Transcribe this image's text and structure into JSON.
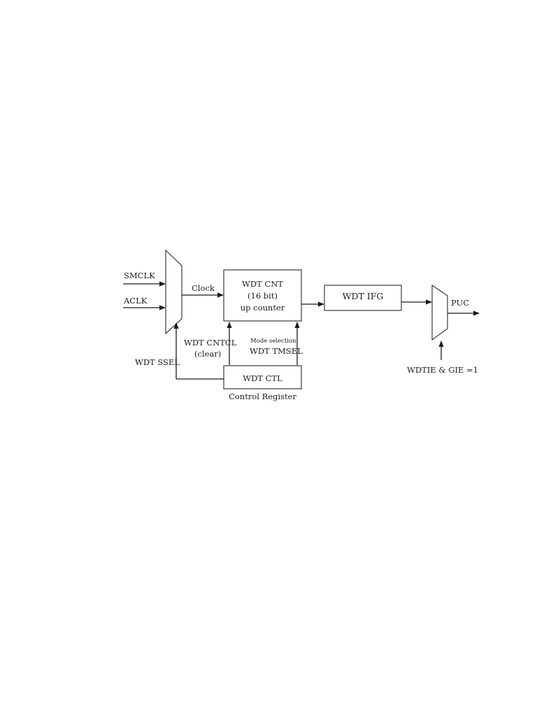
{
  "inputs": {
    "smclk": "SMCLK",
    "aclk": "ACLK"
  },
  "labels": {
    "clock": "Clock",
    "wdt_cntcl": "WDT CNTCL",
    "clear": "(clear)",
    "wdt_ssel": "WDT SSEL",
    "mode_selection": "Mode selection",
    "wdt_tmsel": "WDT TMSEL",
    "control_register": "Control Register",
    "puc": "PUC",
    "wdtie_gie": "WDTIE & GIE =1"
  },
  "blocks": {
    "wdt_cnt": {
      "line1": "WDT CNT",
      "line2": "(16 bit)",
      "line3": "up counter"
    },
    "wdt_ifg": "WDT IFG",
    "wdt_ctl": "WDT CTL"
  }
}
